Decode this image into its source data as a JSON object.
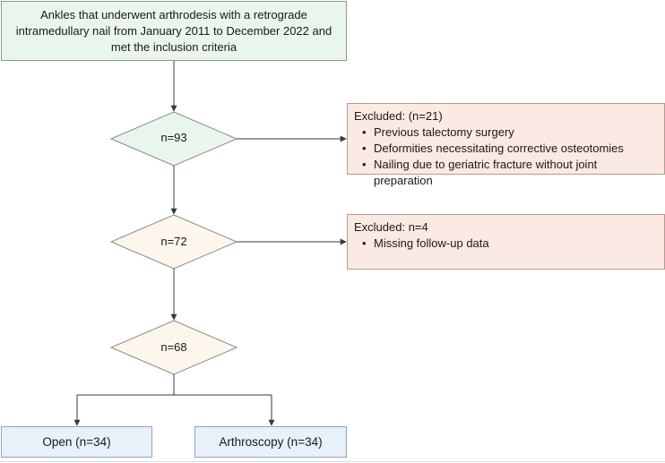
{
  "flowchart": {
    "start_box": {
      "text": "Ankles that underwent arthrodesis with a retrograde intramedullary nail from January 2011 to December 2022 and met the inclusion criteria"
    },
    "decisions": [
      {
        "label": "n=93",
        "fill": "#eaf5ec"
      },
      {
        "label": "n=72",
        "fill": "#fdf6ec"
      },
      {
        "label": "n=68",
        "fill": "#fdf6ec"
      }
    ],
    "exclusions": [
      {
        "title": "Excluded: (n=21)",
        "items": [
          "Previous talectomy surgery",
          "Deformities necessitating corrective osteotomies",
          "Nailing due to geriatric fracture without joint preparation"
        ]
      },
      {
        "title": "Excluded: n=4",
        "items": [
          "Missing follow-up data"
        ]
      }
    ],
    "outcomes": [
      {
        "label": "Open (n=34)"
      },
      {
        "label": "Arthroscopy (n=34)"
      }
    ]
  },
  "colors": {
    "start_fill": "#eaf5ec",
    "exclusion_fill": "#fbe9e3",
    "outcome_fill": "#e8f0fa",
    "connector": "#3a3a3a"
  }
}
